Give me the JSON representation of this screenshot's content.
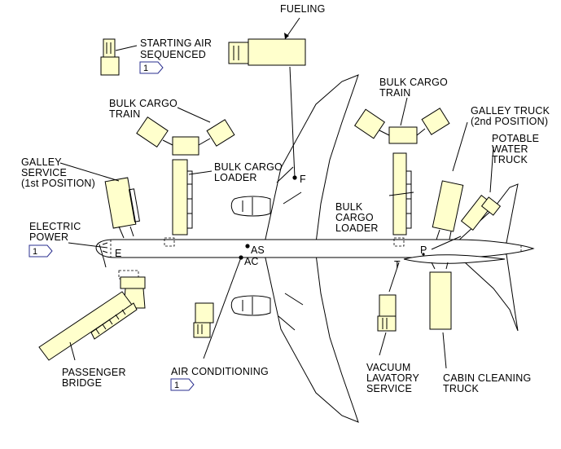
{
  "labels": {
    "fueling": "FUELING",
    "starting_air": [
      "STARTING AIR",
      "SEQUENCED"
    ],
    "bulk_cargo_train_left": [
      "BULK CARGO",
      "TRAIN"
    ],
    "bulk_cargo_train_right": [
      "BULK CARGO",
      "TRAIN"
    ],
    "galley_truck_2nd": [
      "GALLEY TRUCK",
      "(2nd POSITION)"
    ],
    "potable_water": [
      "POTABLE",
      "WATER",
      "TRUCK"
    ],
    "galley_service_1st": [
      "GALLEY",
      "SERVICE",
      "(1st POSITION)"
    ],
    "bulk_cargo_loader_fwd": [
      "BULK CARGO",
      "LOADER"
    ],
    "bulk_cargo_loader_aft": [
      "BULK",
      "CARGO",
      "LOADER"
    ],
    "electric_power": [
      "ELECTRIC",
      "POWER"
    ],
    "passenger_bridge": [
      "PASSENGER",
      "BRIDGE"
    ],
    "air_conditioning": "AIR CONDITIONING",
    "vacuum_lavatory": [
      "VACUUM",
      "LAVATORY",
      "SERVICE"
    ],
    "cabin_cleaning": [
      "CABIN CLEANING",
      "TRUCK"
    ]
  },
  "points": {
    "f": "F",
    "e": "E",
    "as": "AS",
    "ac": "AC",
    "t": "T",
    "p": "P"
  },
  "refs": {
    "starting_air": "1",
    "electric_power": "1",
    "air_conditioning": "1"
  },
  "colors": {
    "vehicle_fill": "#ffffcc",
    "outline": "#000000",
    "ref_box": "#2a2f8f"
  }
}
